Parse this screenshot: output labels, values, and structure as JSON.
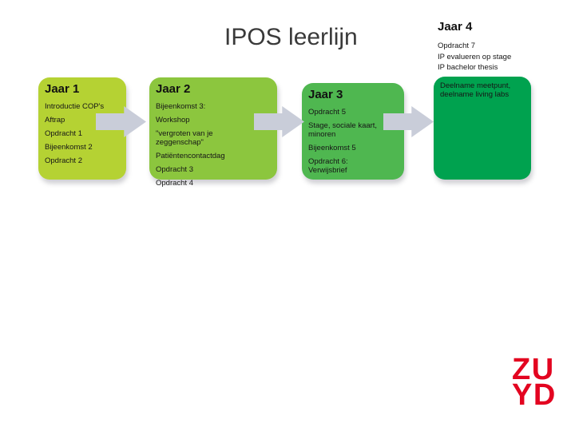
{
  "slide": {
    "title": "IPOS leerlijn",
    "arrow_color": "#c9cdd9",
    "columns": [
      {
        "heading": "Jaar 1",
        "color": "#b5d233",
        "items": [
          "Introductie COP's",
          "Aftrap",
          "Opdracht 1",
          "Bijeenkomst 2",
          "Opdracht 2"
        ]
      },
      {
        "heading": "Jaar 2",
        "color": "#8cc63e",
        "items": [
          "Bijeenkomst 3:",
          "Workshop",
          "\"vergroten van je\nzeggenschap\"",
          "Patiëntencontactdag",
          "Opdracht 3",
          "Opdracht 4"
        ]
      },
      {
        "heading": "Jaar 3",
        "color": "#4fb750",
        "items": [
          "Opdracht 5",
          "Stage, sociale kaart,\nminoren",
          "Bijeenkomst 5",
          "Opdracht 6:\nVerwijsbrief"
        ]
      },
      {
        "heading": "Jaar 4",
        "color": "#00a24f",
        "items_above": [
          "Opdracht 7",
          "IP evalueren op stage",
          "IP bachelor thesis"
        ],
        "box_text": "Deelname meetpunt,\ndeelname living labs"
      }
    ],
    "logo": {
      "line1": "ZU",
      "line2": "YD",
      "color": "#e30420"
    }
  }
}
